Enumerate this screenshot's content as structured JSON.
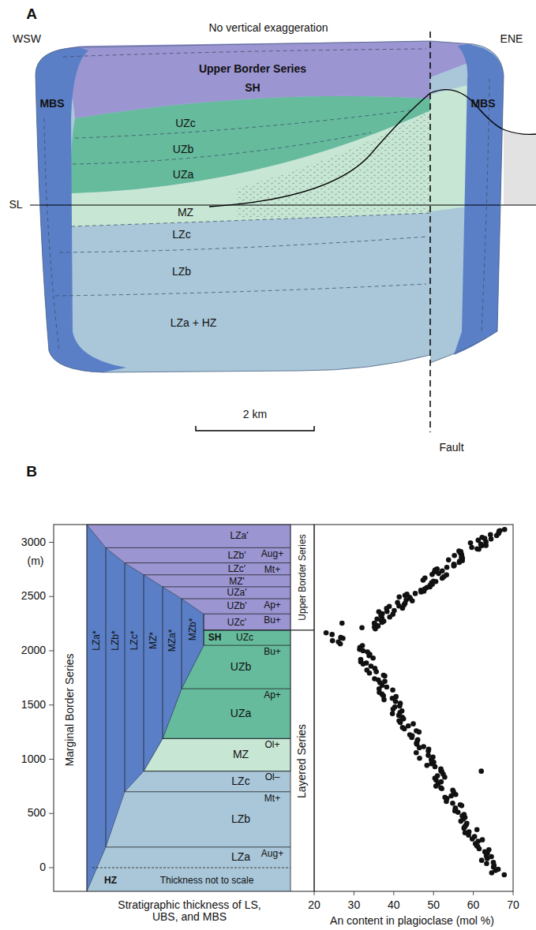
{
  "diagram": {
    "labels": [
      "A",
      "No vertical exaggeration",
      "WSW",
      "ENE",
      "Upper Border Series",
      "MBS",
      "SH",
      "MBS",
      "UZc",
      "UZb",
      "UZa",
      "SL",
      "MZ",
      "LZc",
      "LZb",
      "LZa + HZ",
      "Fault",
      "2 km",
      "B",
      "3000",
      "2500",
      "2000",
      "1500",
      "1000",
      "500",
      "0",
      "(m)",
      "Marginal Border Series",
      "LZa*",
      "LZb*",
      "LZc*",
      "MZ*",
      "MZa*",
      "MZb*",
      "LZa'",
      "Aug+",
      "LZb'",
      "Mt+",
      "LZc'",
      "MZ'",
      "UZa'",
      "Ap+",
      "UZb'",
      "Bu+",
      "UZc'",
      "SH",
      "UZc",
      "Bu+",
      "UZb",
      "Ap+",
      "UZa",
      "Ol+",
      "MZ",
      "Ol–",
      "LZc",
      "Mt+",
      "LZb",
      "Aug+",
      "LZa",
      "HZ",
      "Thickness not to scale",
      "Upper Border Series",
      "Layered Series",
      "Stratigraphic thickness of LS, UBS, and MBS",
      "20",
      "30",
      "40",
      "50",
      "60",
      "70",
      "An content in plagioclase (mol %)"
    ]
  }
}
